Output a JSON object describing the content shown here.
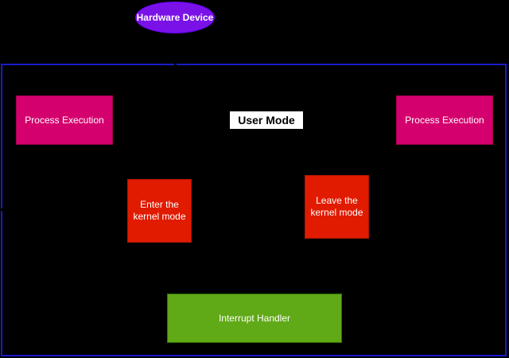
{
  "diagram": {
    "hardware_device": "Hardware Device",
    "user_mode": "User Mode",
    "process_execution_left": "Process Execution",
    "process_execution_right": "Process Execution",
    "enter_kernel_line1": "Enter the",
    "enter_kernel_line2": "kernel mode",
    "leave_kernel_line1": "Leave the",
    "leave_kernel_line2": "kernel mode",
    "interrupt_handler": "Interrupt Handler"
  },
  "colors": {
    "background": "#000000",
    "frame_border": "#1a1acc",
    "hardware_device": "#7a12e8",
    "process_execution": "#d4006e",
    "kernel_transition": "#e01b00",
    "interrupt_handler": "#60a917"
  }
}
